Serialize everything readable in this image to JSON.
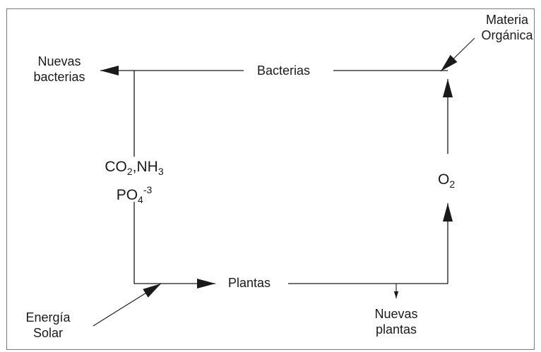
{
  "labels": {
    "materia_organica": [
      "Materia",
      "Orgánica"
    ],
    "nuevas_bacterias": [
      "Nuevas",
      "bacterias"
    ],
    "bacterias": "Bacterias",
    "energia_solar": [
      "Energía",
      "Solar"
    ],
    "plantas": "Plantas",
    "nuevas_plantas": [
      "Nuevas",
      "plantas"
    ]
  },
  "formulas": {
    "co2": {
      "base": "CO",
      "sub": "2"
    },
    "separator": ",",
    "nh3": {
      "base": "NH",
      "sub": "3"
    },
    "po4": {
      "base": "PO",
      "sub": "4",
      "sup": "-3"
    },
    "o2": {
      "base": "O",
      "sub": "2"
    }
  },
  "colors": {
    "line": "#1a1a1a",
    "frame": "#7a7a7a",
    "text": "#1a1a1a"
  }
}
